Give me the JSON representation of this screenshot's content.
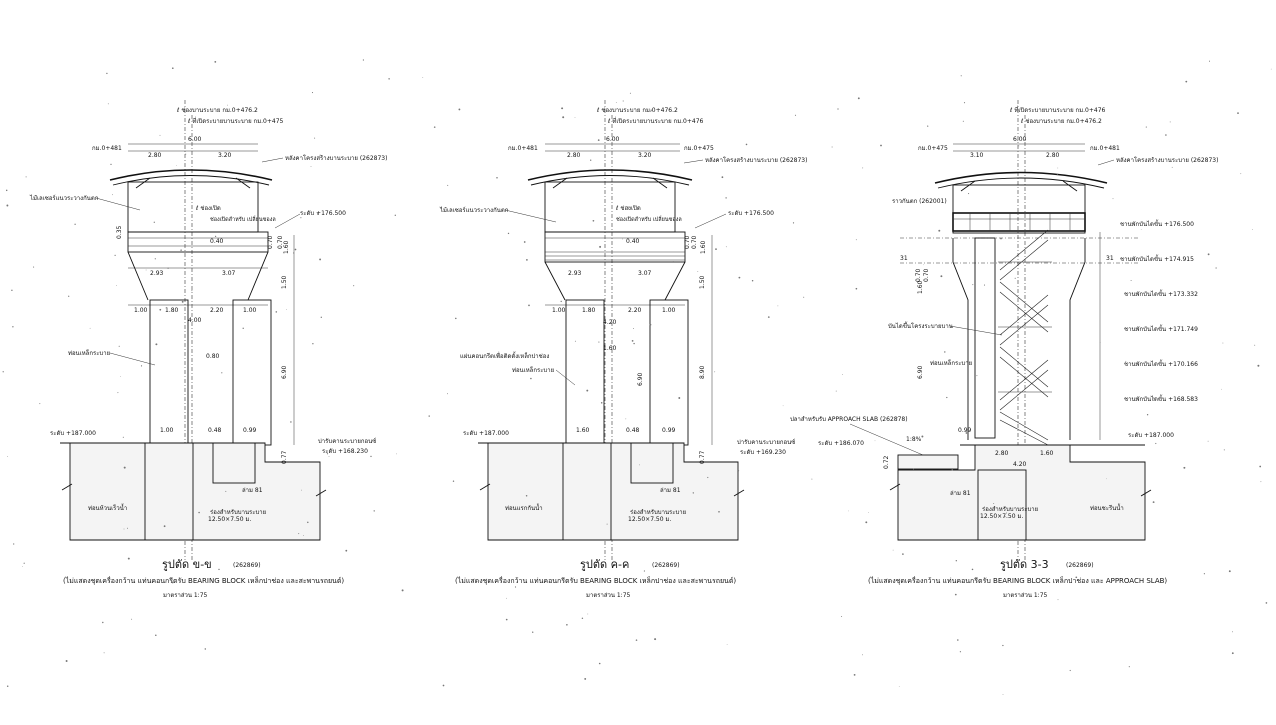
{
  "sections": [
    {
      "id": "b",
      "top_notes": [
        "ℓ ช่องบานระบาย กม.0+476.2",
        "ℓ ที่เปิดระบายบานระบาย กม.0+475"
      ],
      "chainage_left": "กม.0+481",
      "overall_width": "6.00",
      "span_left": "2.80",
      "span_right": "3.20",
      "roof_label": "หลังคาโครงสร้างบานระบาย (262873)",
      "left_note": "ไม้เลเซอร์แนวระวางกันตก",
      "opening_label": "ℓ ช่องเปิด",
      "opening_sub": "ช่องเปิดสำหรับ\nเปลี่ยนซองล",
      "level_deck": "ระดับ +176.500",
      "dim_040": "0.40",
      "dim_035": "0.35",
      "dims_right": [
        "0.70",
        "0.70",
        "1.60"
      ],
      "span_293": "2.93",
      "span_307": "3.07",
      "dim_150": "1.50",
      "pier_dims": [
        "1.00",
        "1.80",
        "2.20",
        "1.00"
      ],
      "pier_total": "4.00",
      "pier_label": "ท่อนเหล็กระบาย",
      "pier_gap": "0.80",
      "pier_height": "6.90",
      "base_dims": [
        "1.00",
        "0.48",
        "0.99"
      ],
      "level_ground": "ระดับ +187.000",
      "base_right_note": "บ่ารับคานระบายกอนซ์",
      "level_base": "ระดับ +168.230",
      "dim_077": "0.77",
      "footing_note": "ท่อนห้วนเร็วน้ำ",
      "bearing_note": "ร่องสำหรับบานระบาย",
      "bearing_size": "12.50×7.50 ม.",
      "pile_label": "ล่าม 81",
      "caption": "รูปตัด ข-ข",
      "caption_ref": "(262869)",
      "caption_note": "(ไม่แสดงชุดเครื่องกว้าน แท่นคอนกรีตรับ BEARING BLOCK เหล็กปาช่อง และสะพานรถยนต์)",
      "scale": "มาตราส่วน 1:75"
    },
    {
      "id": "c",
      "top_notes": [
        "ℓ ช่องบานระบาย กม.0+476.2",
        "ℓ ที่เปิดระบายบานระบาย กม.0+476"
      ],
      "chainage_left": "กม.0+481",
      "chainage_right": "กม.0+475",
      "overall_width": "6.00",
      "span_left": "2.80",
      "span_right": "3.20",
      "roof_label": "หลังคาโครงสร้างบานระบาย (262873)",
      "left_note": "ไม้เลเซอร์แนวระวางกันตก",
      "opening_label": "ℓ ช่องเปิด",
      "opening_sub": "ช่องเปิดสำหรับ\nเปลี่ยนซองล",
      "level_deck": "ระดับ +176.500",
      "dim_040": "0.40",
      "dims_right": [
        "0.70",
        "0.70",
        "1.60"
      ],
      "span_293": "2.93",
      "span_307": "3.07",
      "dim_150": "1.50",
      "pier_dims": [
        "1.00",
        "1.80",
        "2.20",
        "1.00"
      ],
      "pier_total": "4.20",
      "pier_gap": "1.60",
      "pier_label": "ท่อนเหล็กระบาย",
      "pier_note": "แผ่นคอนกรีตเพื่อติดตั้งเหล็กปาช่อง",
      "pier_height_a": "6.90",
      "pier_height_b": "8.90",
      "base_dims": [
        "1.60",
        "0.48",
        "0.99"
      ],
      "level_ground": "ระดับ +187.000",
      "base_right_note": "บ่ารับคานระบายกอนซ์",
      "level_base": "ระดับ +169.230",
      "dim_077": "0.77",
      "footing_note": "ท่อนแรกกันน้ำ",
      "bearing_note": "ร่องสำหรับบานระบาย",
      "bearing_size": "12.50×7.50 ม.",
      "pile_label": "ล่าม 81",
      "caption": "รูปตัด ค-ค",
      "caption_ref": "(262869)",
      "caption_note": "(ไม่แสดงชุดเครื่องกว้าน แท่นคอนกรีตรับ BEARING BLOCK เหล็กปาช่อง และสะพานรถยนต์)",
      "scale": "มาตราส่วน 1:75"
    },
    {
      "id": "3",
      "top_notes": [
        "ℓ ที่เปิดระบายบานระบาย กม.0+476",
        "ℓ ช่องบานระบาย กม.0+476.2"
      ],
      "chainage_left": "กม.0+475",
      "chainage_right": "กม.0+481",
      "overall_width": "6.00",
      "span_left": "3.10",
      "span_right": "2.80",
      "roof_label": "หลังคาโครงสร้างบานระบาย (262873)",
      "rail_label": "ราวกันตก (262001)",
      "stair_levels": [
        "ชานพักบันไดขั้น +176.500",
        "ชานพักบันไดขั้น +174.915",
        "ชานพักบันไดขั้น +173.332",
        "ชานพักบันไดขั้น +171.749",
        "ชานพักบันไดขั้น +170.166",
        "ชานพักบันไดขั้น +168.583"
      ],
      "stair_note": "บันไดขึ้นโครงระบายบาน",
      "pier_label": "ท่อนเหล็กระบาย",
      "approach_note": "ปลาสำหรับรับ APPROACH SLAB (262878)",
      "level_approach": "ระดับ +186.070",
      "slope": "1:8%",
      "level_ground": "ระดับ +187.000",
      "base_dims": [
        "2.80",
        "1.60"
      ],
      "base_total": "4.20",
      "dims_left": [
        "0.70",
        "0.70",
        "1.60",
        "6.90"
      ],
      "dim_099": "0.99",
      "dim_072": "0.72",
      "section_mark": "31",
      "footing_note": "ท่อนชะรีนน้ำ",
      "bearing_note": "ร่องสำหรับบานระบาย",
      "bearing_size": "12.50×7.50 ม.",
      "pile_label": "ล่าม 81",
      "caption": "รูปตัด 3-3",
      "caption_ref": "(262869)",
      "caption_note": "(ไม่แสดงชุดเครื่องกว้าน แท่นคอนกรีตรับ BEARING BLOCK เหล็กปาช่อง และ APPROACH SLAB)",
      "scale": "มาตราส่วน 1:75"
    }
  ]
}
